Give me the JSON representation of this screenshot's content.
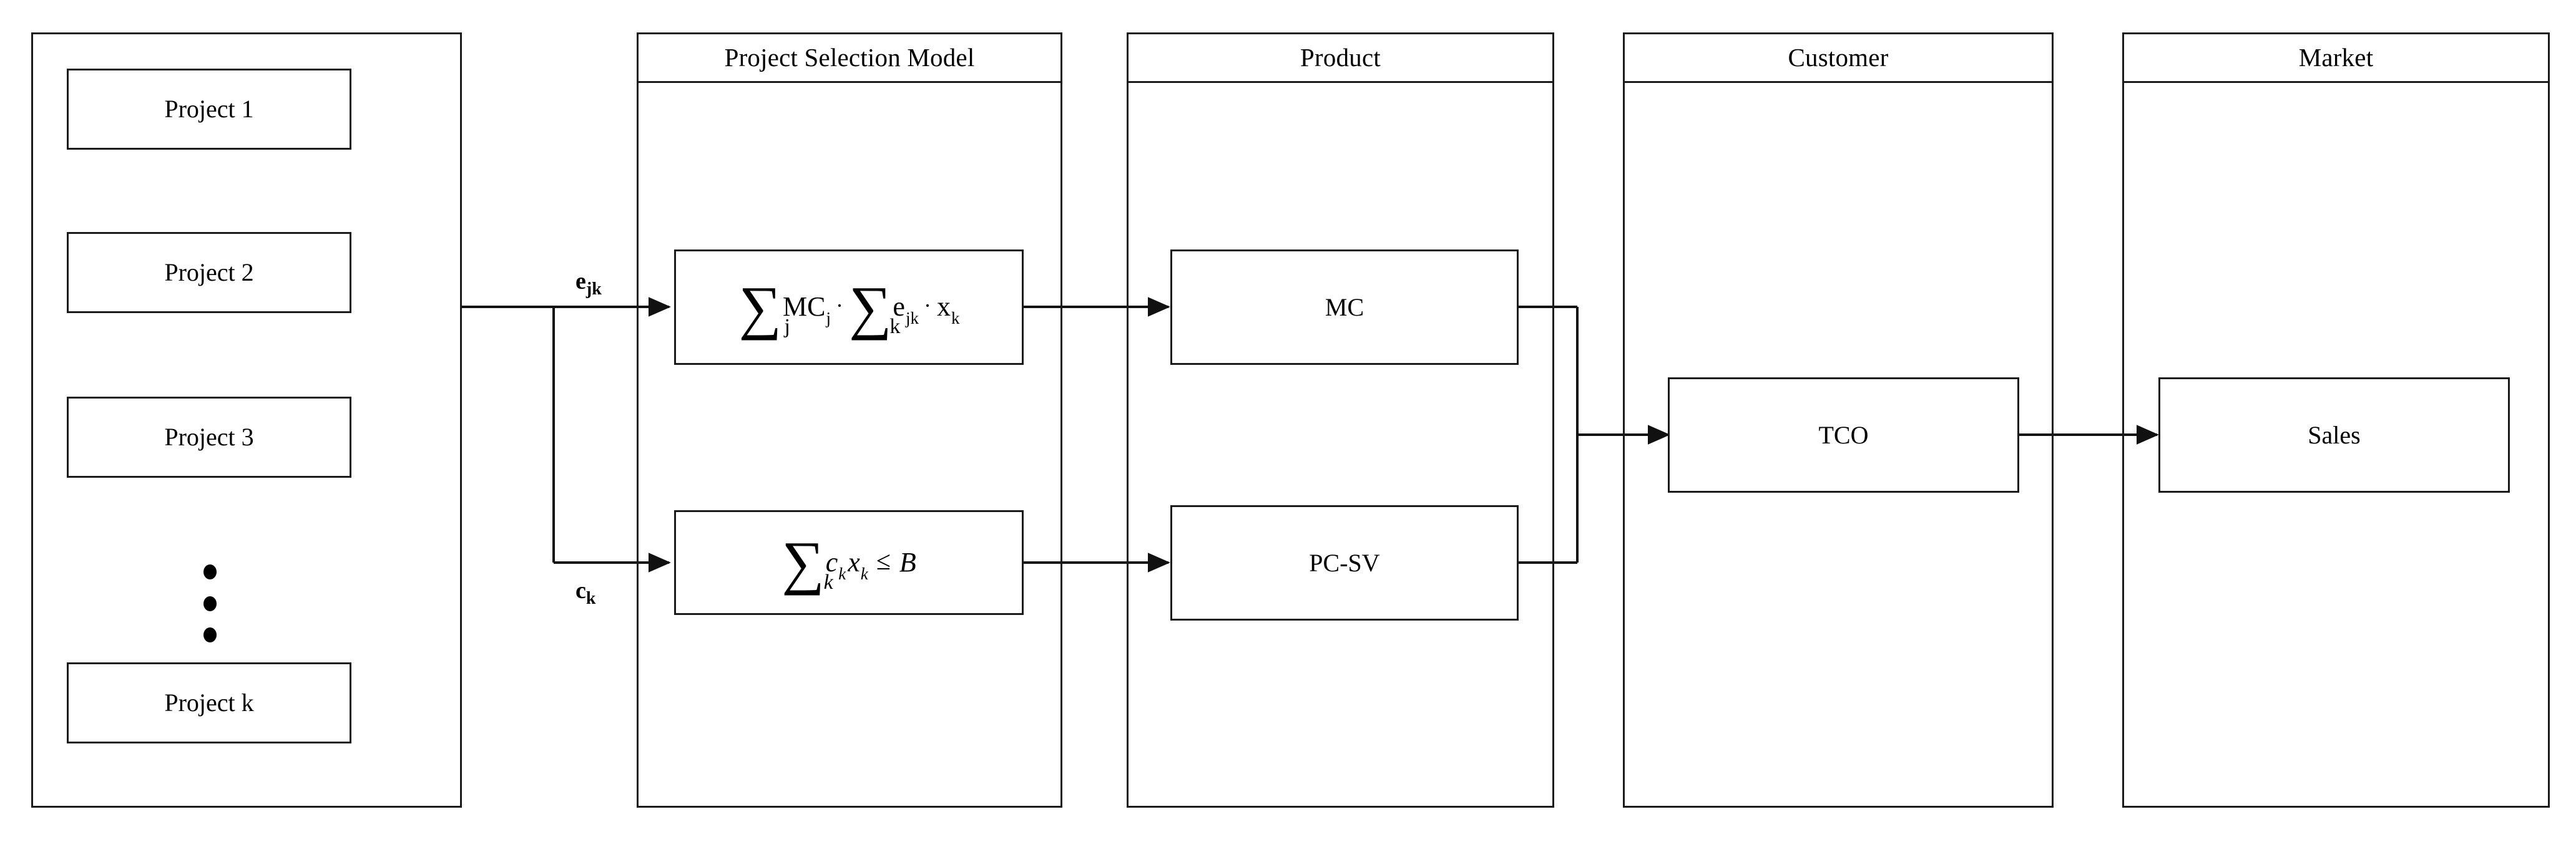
{
  "diagram": {
    "title": "Project Selection Model value chain diagram",
    "background": "#ffffff",
    "line_color": "#1a1a1a"
  },
  "panels": [
    {
      "id": "projects",
      "header": "",
      "has_header": false
    },
    {
      "id": "project-selection-model",
      "header": "Project Selection Model",
      "has_header": true
    },
    {
      "id": "product",
      "header": "Product",
      "has_header": true
    },
    {
      "id": "customer",
      "header": "Customer",
      "has_header": true
    },
    {
      "id": "market",
      "header": "Market",
      "has_header": true
    }
  ],
  "projects": {
    "items": [
      {
        "label": "Project 1"
      },
      {
        "label": "Project 2"
      },
      {
        "label": "Project 3"
      },
      {
        "label": "Project k"
      }
    ],
    "ellipsis_dots": 3
  },
  "formulas": {
    "objective": {
      "sum1_symbol": "∑",
      "sum1_index": "j",
      "factor1": "MC",
      "factor1_sub": "j",
      "dot1": "·",
      "sum2_symbol": "∑",
      "sum2_index": "k",
      "factor2": "e",
      "factor2_sub": "jk",
      "dot2": "·",
      "factor3": "x",
      "factor3_sub": "k",
      "plain": "∑_j MC_j · ∑_k e_jk · x_k"
    },
    "constraint": {
      "sum_symbol": "∑",
      "sum_index": "k",
      "coef": "c",
      "coef_sub": "k",
      "var": "x",
      "var_sub": "k",
      "relation": "≤",
      "budget": "B",
      "plain": "∑_k c_k x_k ≤ B"
    }
  },
  "edge_labels": [
    {
      "base": "e",
      "sub": "jk"
    },
    {
      "base": "c",
      "sub": "k"
    }
  ],
  "nodes": {
    "mc": "MC",
    "pcsv": "PC-SV",
    "tco": "TCO",
    "sales": "Sales"
  }
}
